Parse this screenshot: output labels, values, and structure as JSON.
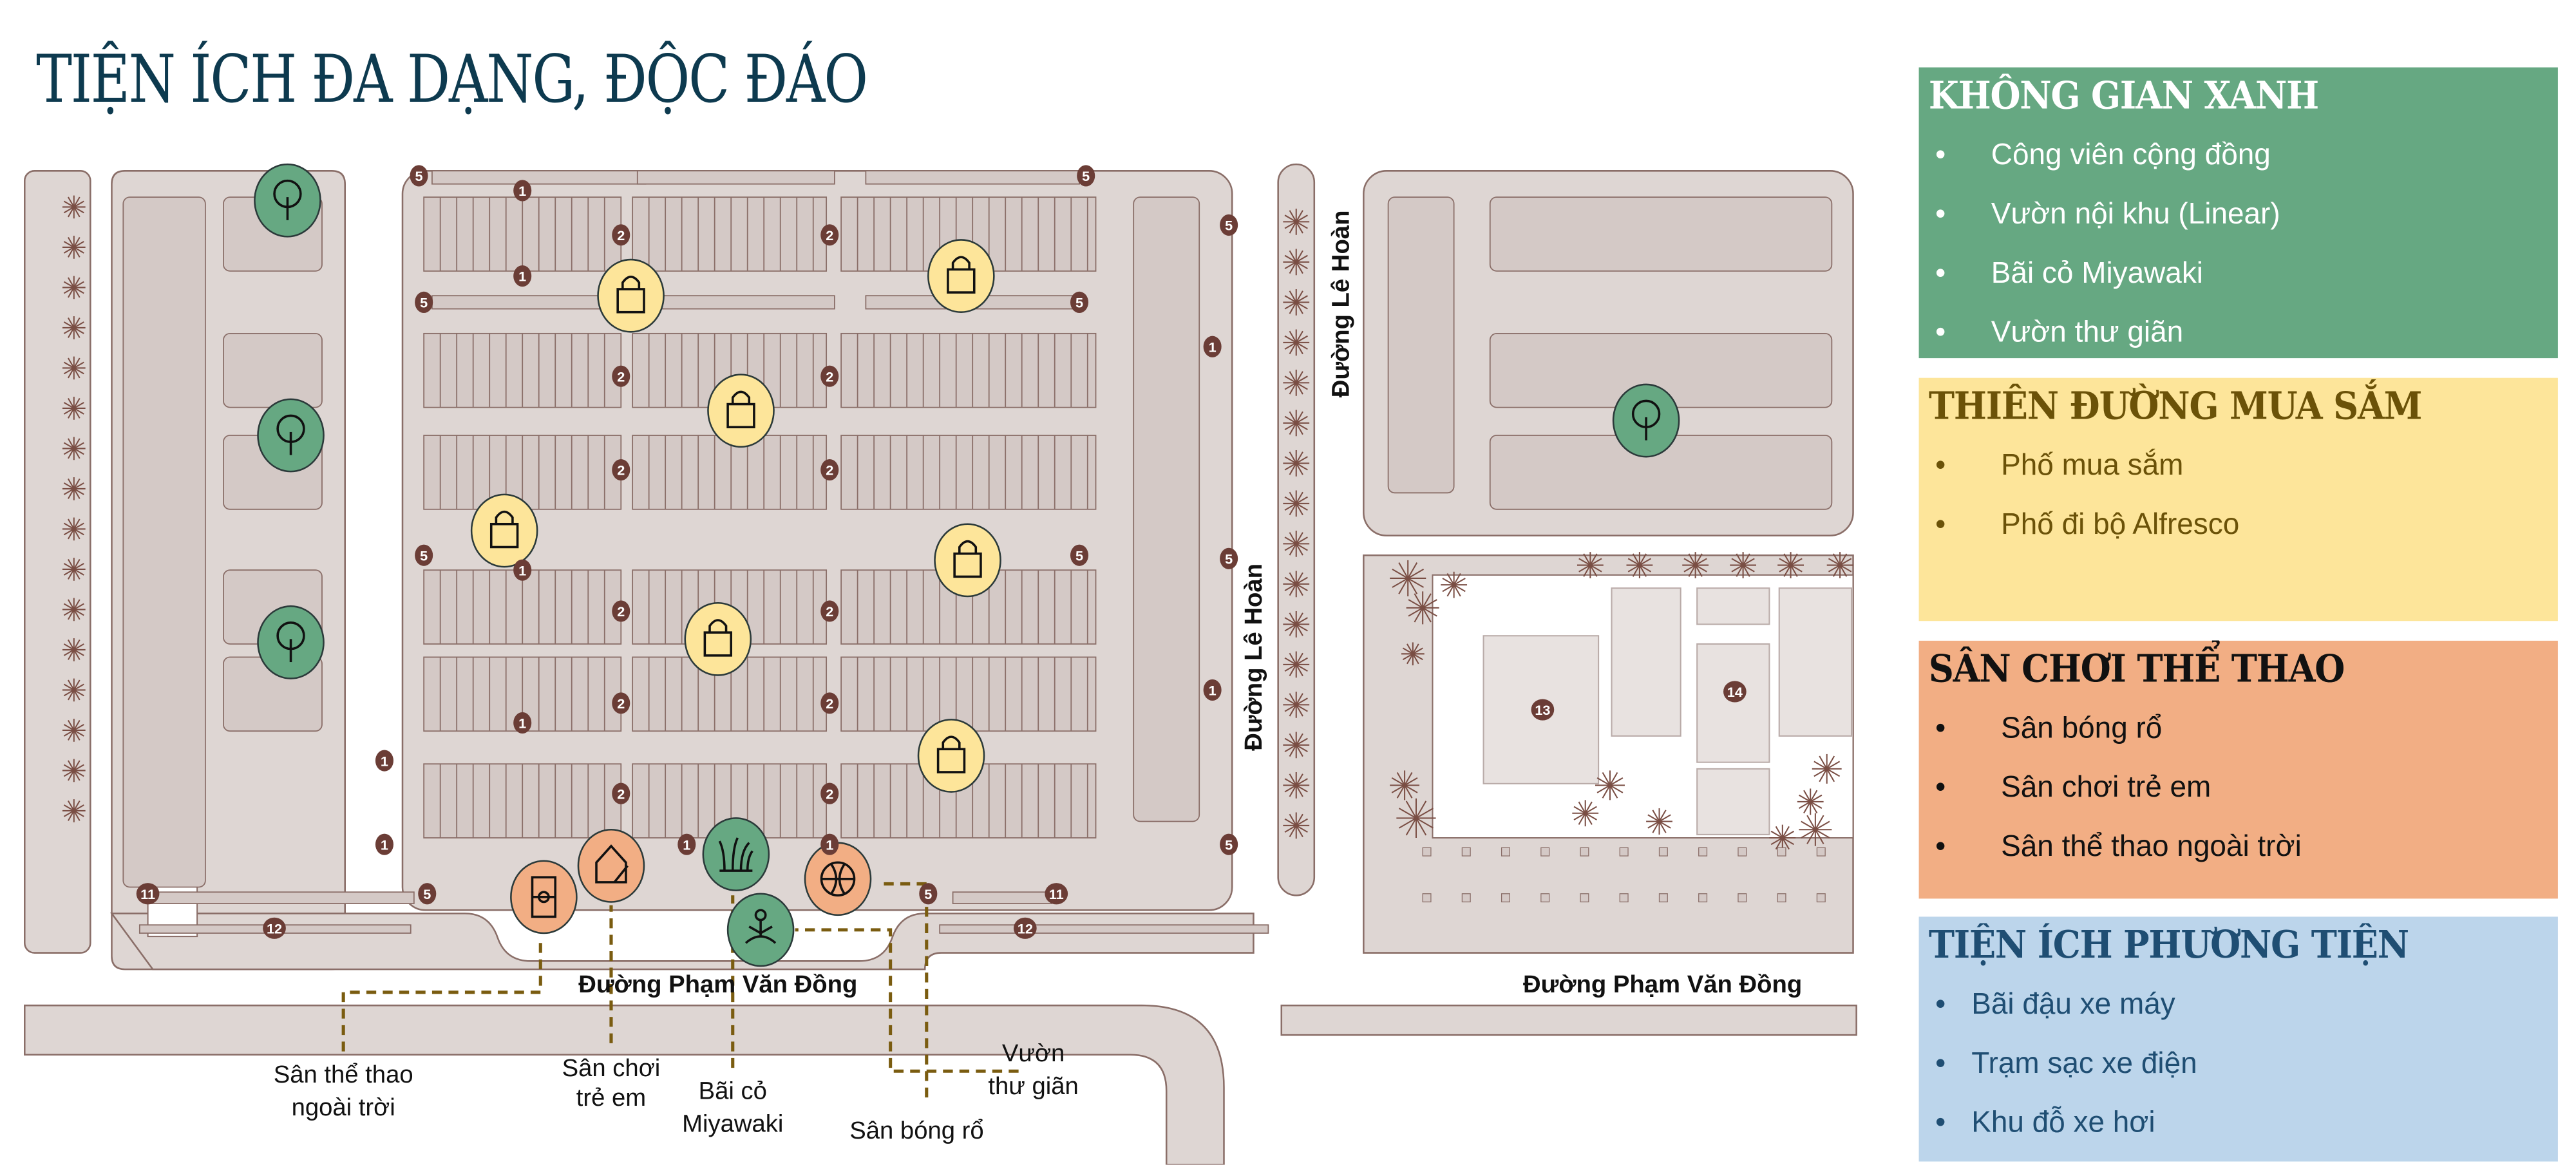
{
  "title": "TIỆN ÍCH ĐA DẠNG, ĐỘC ĐÁO",
  "colors": {
    "green": "#66a882",
    "yellow": "#fde59a",
    "orange": "#f2ae84",
    "blue": "#bcd5eb",
    "title": "#0d3a4f",
    "badge": "#6b3d36",
    "ground": "#ded6d3"
  },
  "legend": [
    {
      "heading": "KHÔNG GIAN XANH",
      "items": [
        "Công viên cộng đồng",
        "Vườn nội khu (Linear)",
        "Bãi cỏ Miyawaki",
        "Vườn thư giãn"
      ]
    },
    {
      "heading": "THIÊN ĐƯỜNG MUA SẮM",
      "items": [
        "Phố mua sắm",
        "Phố đi bộ Alfresco"
      ]
    },
    {
      "heading": "SÂN CHƠI THỂ THAO",
      "items": [
        "Sân bóng rổ",
        "Sân chơi trẻ em",
        "Sân thể thao ngoài trời"
      ]
    },
    {
      "heading": "TIỆN ÍCH PHƯƠNG TIỆN",
      "items": [
        "Bãi đậu xe máy",
        "Trạm sạc xe điện",
        "Khu đỗ xe hơi"
      ]
    }
  ],
  "bullet": "•",
  "roads": {
    "le_hoan": "Đường Lê Hoàn",
    "pham_van_dong": "Đường Phạm Văn Đồng"
  },
  "callouts": {
    "outdoor_sports": [
      "Sân thể thao",
      "ngoài trời"
    ],
    "playground": [
      "Sân chơi",
      "trẻ em"
    ],
    "miyawaki": [
      "Bãi cỏ",
      "Miyawaki"
    ],
    "basketball": "Sân bóng rổ",
    "relax_garden": [
      "Vườn",
      "thư giãn"
    ]
  },
  "badges": [
    "5",
    "5",
    "5",
    "5",
    "5",
    "5",
    "5",
    "5",
    "5",
    "5",
    "5",
    "1",
    "1",
    "1",
    "1",
    "1",
    "1",
    "1",
    "1",
    "1",
    "1",
    "2",
    "2",
    "2",
    "2",
    "2",
    "2",
    "2",
    "2",
    "2",
    "2",
    "2",
    "2",
    "11",
    "11",
    "12",
    "12",
    "13",
    "14"
  ]
}
